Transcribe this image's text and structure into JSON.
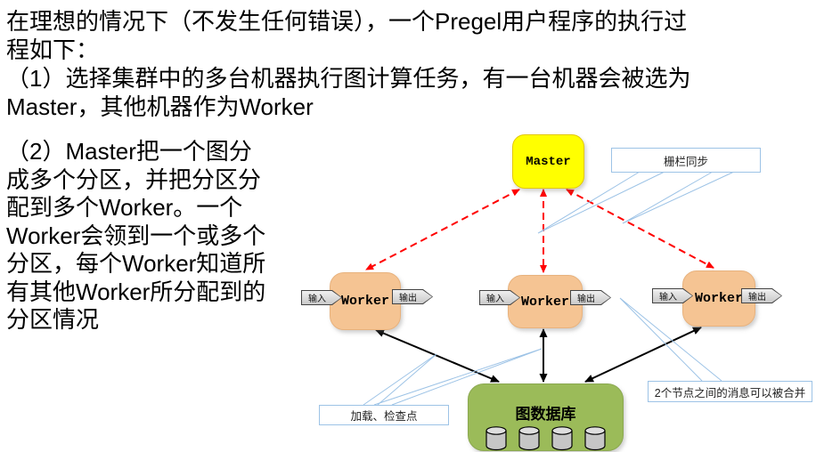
{
  "intro": {
    "lines": [
      "在理想的情况下（不发生任何错误），一个Pregel用户程序的执行过",
      "程如下：",
      "（1）选择集群中的多台机器执行图计算任务，有一台机器会被选为",
      "Master，其他机器作为Worker"
    ]
  },
  "step2": {
    "lines": [
      "（2）Master把一个图分",
      "成多个分区，并把分区分",
      "配到多个Worker。一个",
      "Worker会领到一个或多个",
      "分区，每个Worker知道所",
      "有其他Worker所分配到的",
      "分区情况"
    ]
  },
  "diagram": {
    "master": {
      "label": "Master"
    },
    "workers": [
      {
        "label": "Worker",
        "input_label": "输入",
        "output_label": "输出"
      },
      {
        "label": "Worker",
        "input_label": "输入",
        "output_label": "输出"
      },
      {
        "label": "Worker",
        "input_label": "输入",
        "output_label": "输出"
      }
    ],
    "database": {
      "label": "图数据库",
      "cylinder_count": 4
    },
    "callouts": {
      "barrier": "栅栏同步",
      "load_checkpoint": "加载、检查点",
      "merge_messages": "2个节点之间的消息可以被合并"
    },
    "colors": {
      "master_fill": "#FFFF00",
      "worker_fill": "#F5C493",
      "database_fill": "#9BBB59",
      "tag_fill": "#D9D9D9",
      "callout_border": "#9DC3E6",
      "master_worker_arrow": "#FF0000",
      "database_worker_arrow": "#000000"
    }
  }
}
